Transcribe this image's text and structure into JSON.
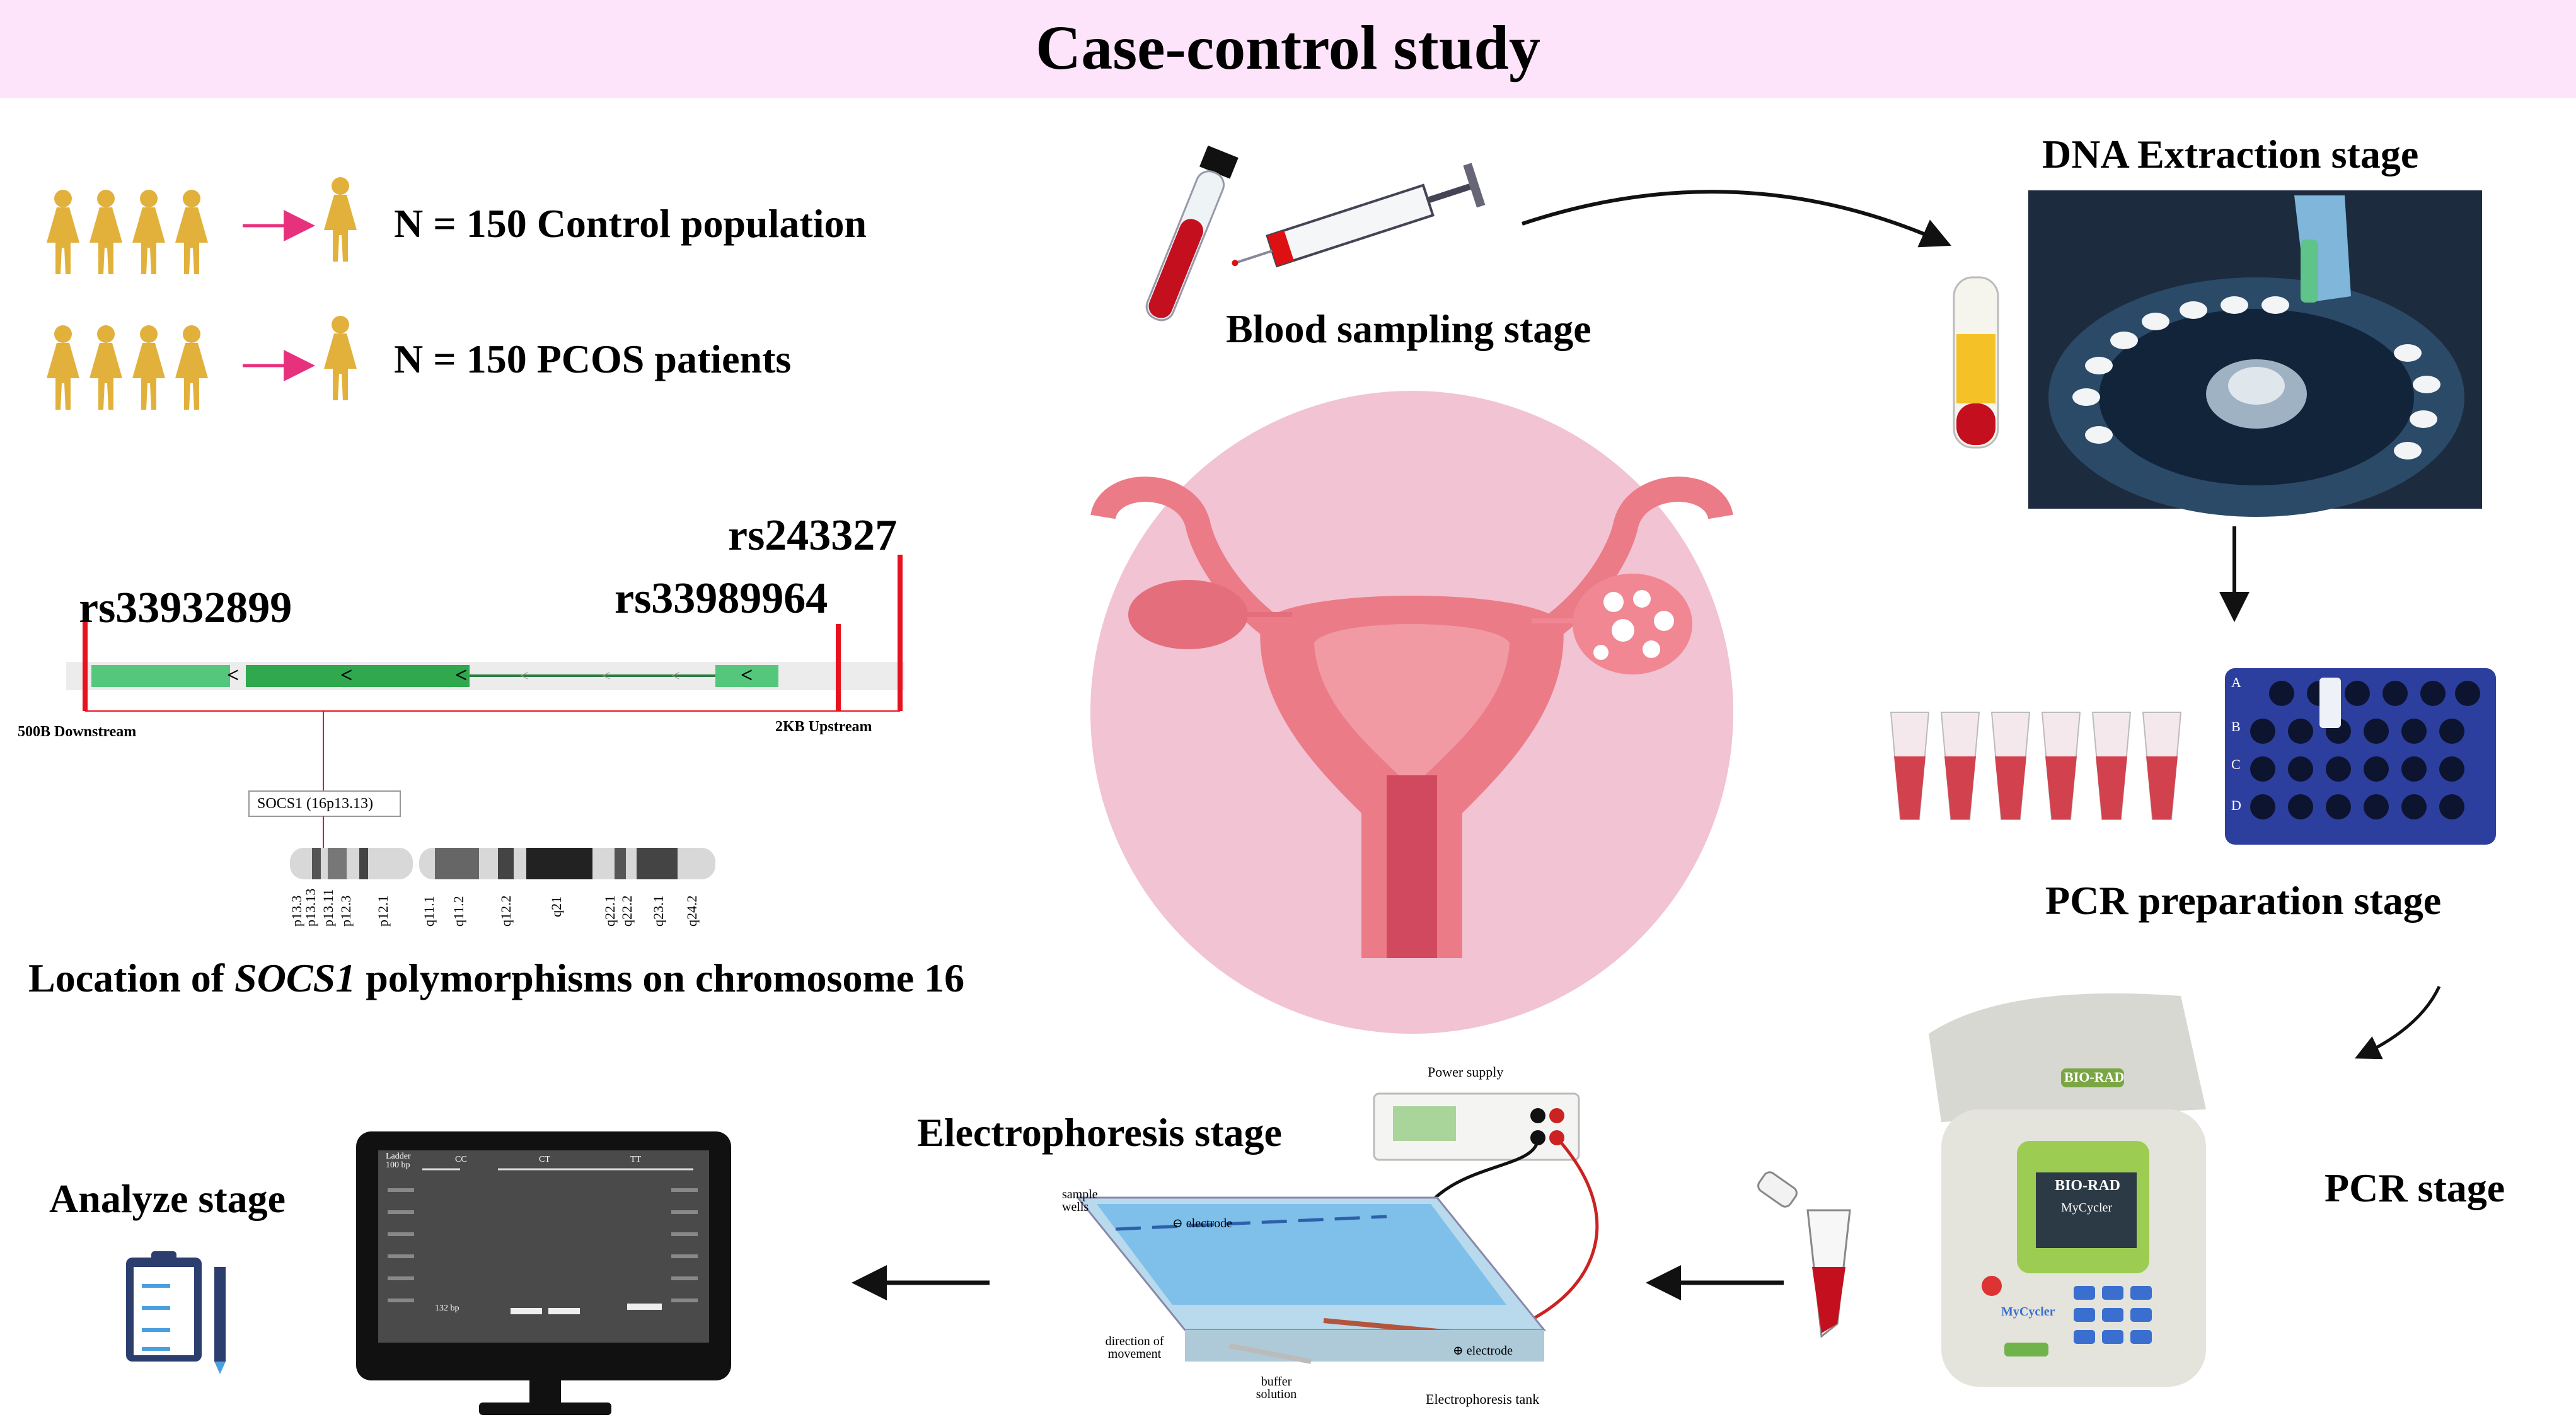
{
  "title": "Case-control study",
  "populations": {
    "control": "N = 150 Control  population",
    "patients": "N = 150 PCOS patients"
  },
  "gene": {
    "snp_left": "rs33932899",
    "snp_mid": "rs33989964",
    "snp_right": "rs243327",
    "downstream": "500B Downstream",
    "upstream": "2KB Upstream",
    "gene_box": "SOCS1 (16p13.13)",
    "bands": [
      "p13.3",
      "p13.13",
      "p13.11",
      "p12.3",
      "p12.1",
      "q11.1",
      "q11.2",
      "q12.2",
      "q21",
      "q22.1",
      "q22.2",
      "q23.1",
      "q24.2"
    ],
    "caption_prefix": "Location of ",
    "caption_gene": "SOCS1",
    "caption_suffix": " polymorphisms  on chromosome 16"
  },
  "stages": {
    "blood": "Blood sampling  stage",
    "dna": "DNA Extraction  stage",
    "pcr_prep": "PCR preparation  stage",
    "pcr": "PCR stage",
    "electrophoresis": "Electrophoresis  stage",
    "analyze": "Analyze  stage"
  },
  "rack_rows": [
    "A",
    "B",
    "C",
    "D"
  ],
  "thermocycler": {
    "brand_top": "BIO-RAD",
    "brand_screen": "BIO-RAD",
    "model": "MyCycler",
    "model_side": "MyCycler"
  },
  "electrophoresis": {
    "power": "Power supply",
    "wells": "sample wells",
    "electrode_top": "⊖ electrode",
    "electrode_bottom": "⊕ electrode",
    "direction": "direction of movement",
    "buffer": "buffer solution",
    "tank": "Electrophoresis tank"
  },
  "gel": {
    "ladder": "Ladder 100 bp",
    "lanes": [
      "CC",
      "CT",
      "TT"
    ],
    "bp": "132 bp"
  }
}
